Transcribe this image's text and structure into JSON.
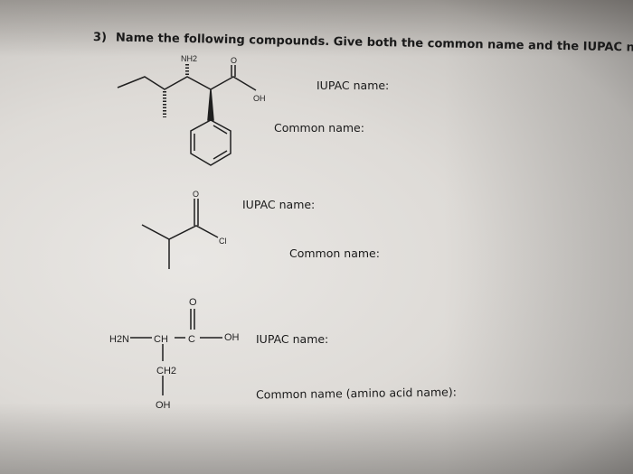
{
  "question": {
    "number": "3)",
    "instruction": "Name the following compounds. Give both the common name and the IUPAC name."
  },
  "compounds": [
    {
      "atom_labels": {
        "amine": "NH2",
        "carbonyl_o": "O",
        "hydroxyl": "OH"
      },
      "iupac_label": "IUPAC name:",
      "common_label": "Common name:"
    },
    {
      "atom_labels": {
        "carbonyl_o": "O",
        "chlorine": "Cl"
      },
      "iupac_label": "IUPAC name:",
      "common_label": "Common name:"
    },
    {
      "atom_labels": {
        "amine": "H2N",
        "ch": "CH",
        "c": "C",
        "hydroxyl_acid": "OH",
        "carbonyl_o": "O",
        "ch2": "CH2",
        "hydroxyl_side": "OH"
      },
      "iupac_label": "IUPAC name:",
      "common_label": "Common name (amino acid name):"
    }
  ]
}
